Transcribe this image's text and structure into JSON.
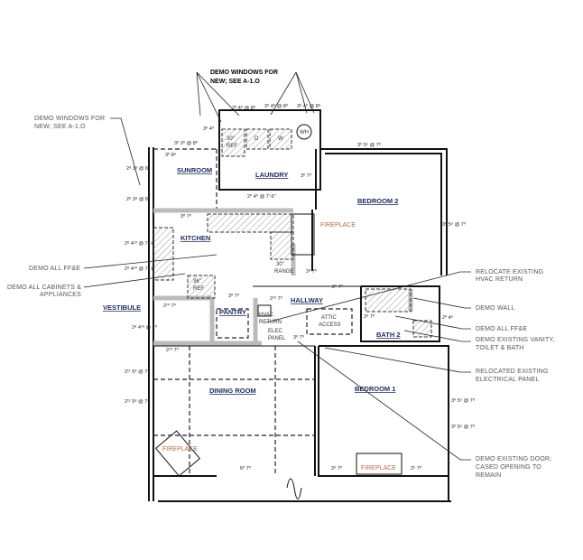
{
  "title_notes": {
    "top_demo_windows": [
      "DEMO WINDOWS FOR",
      "NEW; SEE A-1.O"
    ],
    "left_demo_windows": [
      "DEMO WINDOWS FOR",
      "NEW; SEE A-1.O"
    ],
    "demo_ffe_left": "DEMO ALL FF&E",
    "demo_cabinets": [
      "DEMO ALL CABINETS &",
      "APPLIANCES"
    ]
  },
  "right_notes": {
    "relocate_hvac": [
      "RELOCATE EXISTING",
      "HVAC RETURN"
    ],
    "demo_wall": "DEMO WALL",
    "demo_ffe": "DEMO ALL FF&E",
    "demo_vanity": [
      "DEMO EXISTING VANITY,",
      "TOILET & BATH"
    ],
    "relocated_panel": [
      "RELOCATED EXISTING",
      "ELECTRICAL PANEL"
    ],
    "demo_door": [
      "DEMO EXISTING DOOR;",
      "CASED OPENING TO",
      "REMAIN"
    ]
  },
  "rooms": {
    "sunroom": "SUNROOM",
    "laundry": "LAUNDRY",
    "bedroom2": "BEDROOM 2",
    "kitchen": "KITCHEN",
    "vestibule": "VESTIBULE",
    "pantry": "PANTRY",
    "hallway": "HALLWAY",
    "bath2": "BATH 2",
    "bedroom1": "BEDROOM 1",
    "dining": "DINING ROOM"
  },
  "fixtures": {
    "fireplace_b2": "FIREPLACE",
    "fireplace_b1": "FIREPLACE",
    "fireplace_dining": "FIREPLACE",
    "laundry_ref": [
      "30\"",
      "REF"
    ],
    "dryer": "D",
    "washer": "W",
    "water_heater": "WH",
    "range": [
      "30\"",
      "RANGE"
    ],
    "kitchen_ref": [
      "36\"",
      "REF"
    ],
    "hvac_return": [
      "HVAC",
      "RETURN"
    ],
    "elec_panel": [
      "ELEC",
      "PANEL"
    ],
    "attic_access": [
      "ATTIC",
      "ACCESS"
    ]
  },
  "dimensions": [
    "2⁰ 4⁰ @ 8⁰",
    "3⁰ 4⁰ @ 8⁰",
    "3⁰ 4⁰ @ 8⁰",
    "3⁰ 4⁰",
    "3⁰ 3⁰ @ 8⁰",
    "3⁰ 8⁶",
    "2⁸ 3⁸ @ 8⁰",
    "2⁸ 3⁸ @ 8⁰",
    "3⁰ 7⁰",
    "2⁰ 4⁰ @ 7'-6\"",
    "3⁰ 7⁰",
    "3⁰ 5⁶ @ 7⁰",
    "3⁰ 5⁶ @ 7⁰",
    "2⁸ 4¹⁰ @ 7⁰ H",
    "2⁸ 4¹⁰ @ 7⁰ H",
    "2¹⁰ 7⁰",
    "3⁰ 7⁰",
    "2¹⁰ 7⁰",
    "2⁸ 4¹⁰ @ 7⁰",
    "2¹⁰ 7⁰",
    "3⁰ 7⁰",
    "2⁸ 7⁰",
    "2⁶ 7⁰",
    "2⁰ 4⁶",
    "2⁸ 7⁰",
    "2¹¹ 5⁸ @ 7⁸",
    "2¹¹ 5⁸ @ 7⁸",
    "3⁰ 5⁶ @ 7⁸",
    "3⁰ 5⁶ @ 7⁸",
    "6⁰ 7⁰",
    "2⁶ 7⁰",
    "2⁶ 7⁰"
  ]
}
